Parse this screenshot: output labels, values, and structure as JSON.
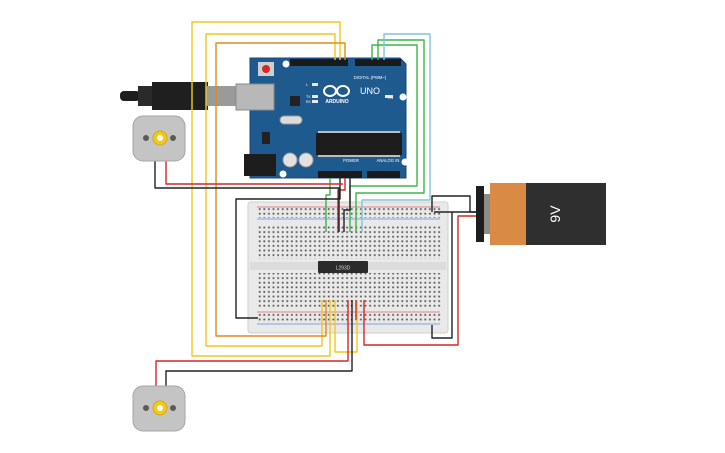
{
  "arduino": {
    "brand": "ARDUINO",
    "model": "UNO",
    "digital_label": "DIGITAL (PWM~)",
    "power_label": "POWER",
    "analog_label": "ANALOG IN",
    "tx_label": "TX",
    "rx_label": "RX",
    "on_label": "ON",
    "l_label": "L"
  },
  "battery": {
    "label": "9V"
  },
  "ic": {
    "label": "L293D"
  },
  "wire_colors": {
    "yellow": "#f2c81a",
    "orange": "#e08a17",
    "green": "#3db54a",
    "teal": "#7fc6d8",
    "red": "#d62727",
    "black": "#222222"
  }
}
